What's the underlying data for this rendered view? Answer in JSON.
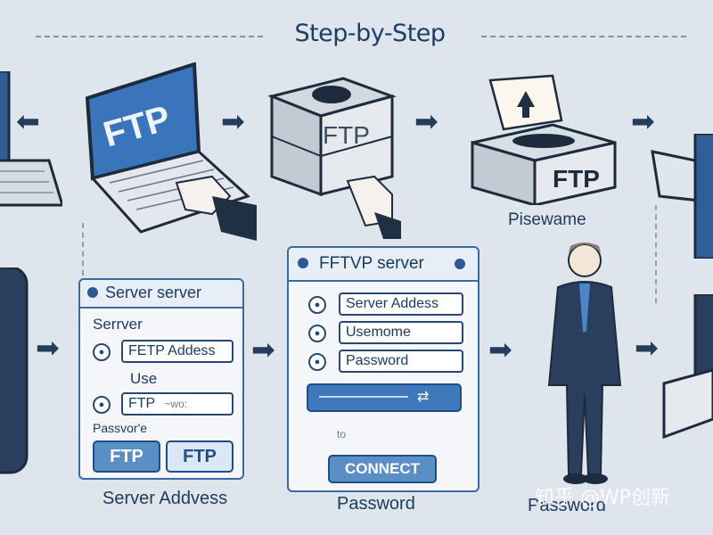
{
  "header": {
    "title": "Step-by-Step"
  },
  "laptop": {
    "screen_label": "FTP"
  },
  "server": {
    "label": "FTP"
  },
  "upload_box": {
    "label": "FTP",
    "caption": "Pisewame"
  },
  "left_panel": {
    "title": "Server server",
    "label1": "Serrver",
    "field1": "FETP Addess",
    "label2": "Use",
    "field2": "FTP",
    "field2_suffix": "~wo:",
    "label3": "Passvor'e",
    "btn1": "FTP",
    "btn2": "FTP",
    "caption": "Server Addvess"
  },
  "center_panel": {
    "title": "FFTVP server",
    "field1": "Server Addess",
    "field2": "Usemome",
    "field3": "Password",
    "note": "to",
    "connect": "CONNECT",
    "caption": "Password"
  },
  "person": {
    "caption": "Password"
  },
  "watermark": "知乎 @WP创新",
  "colors": {
    "background": "#dfe5ec",
    "accent": "#3a6aa5",
    "button": "#5a8fc6"
  }
}
